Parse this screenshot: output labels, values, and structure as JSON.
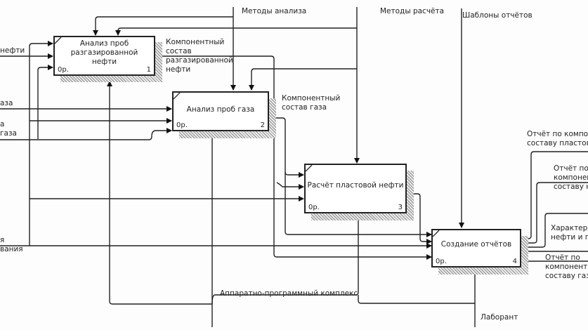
{
  "diagram": {
    "type": "IDEF0",
    "blocks": [
      {
        "id": 1,
        "title": "Анализ проб разгазированной нефти",
        "cost": "0р.",
        "number": "1"
      },
      {
        "id": 2,
        "title": "Анализ проб газа",
        "cost": "0р.",
        "number": "2"
      },
      {
        "id": 3,
        "title": "Расчёт пластовой нефти",
        "cost": "0р.",
        "number": "3"
      },
      {
        "id": 4,
        "title": "Создание отчётов",
        "cost": "0р.",
        "number": "4"
      }
    ],
    "controls": {
      "methods_analysis": "Методы анализа",
      "methods_calc": "Методы расчёта",
      "report_templates": "Шаблоны отчётов"
    },
    "mechanisms": {
      "hardware_software": "Аппаратно-программный комплекс",
      "lab_assistant": "Лаборант"
    },
    "inputs": {
      "oil_samples": "нефти",
      "gas_samples_1": "аза",
      "gas_samples_2a": "а",
      "gas_samples_2b": "газа",
      "equipment_a": "я",
      "equipment_b": "вания"
    },
    "intermediate": {
      "oil_composition": "Компонентный состав разгазированной нефти",
      "gas_composition": "Компонентный состав газа"
    },
    "outputs": {
      "report_reservoir": "Отчёт по компон… составу пластово…",
      "report_reservoir_l1": "Отчёт по компон",
      "report_reservoir_l2": "составу пластово",
      "report_oil_l1": "Отчёт по",
      "report_oil_l2": "компонен",
      "report_oil_l3": "составу н",
      "characteristics_l1": "Характери",
      "characteristics_l2": "нефти и га",
      "report_gas_l1": "Отчёт по",
      "report_gas_l2": "компонентн",
      "report_gas_l3": "составу газа"
    }
  }
}
